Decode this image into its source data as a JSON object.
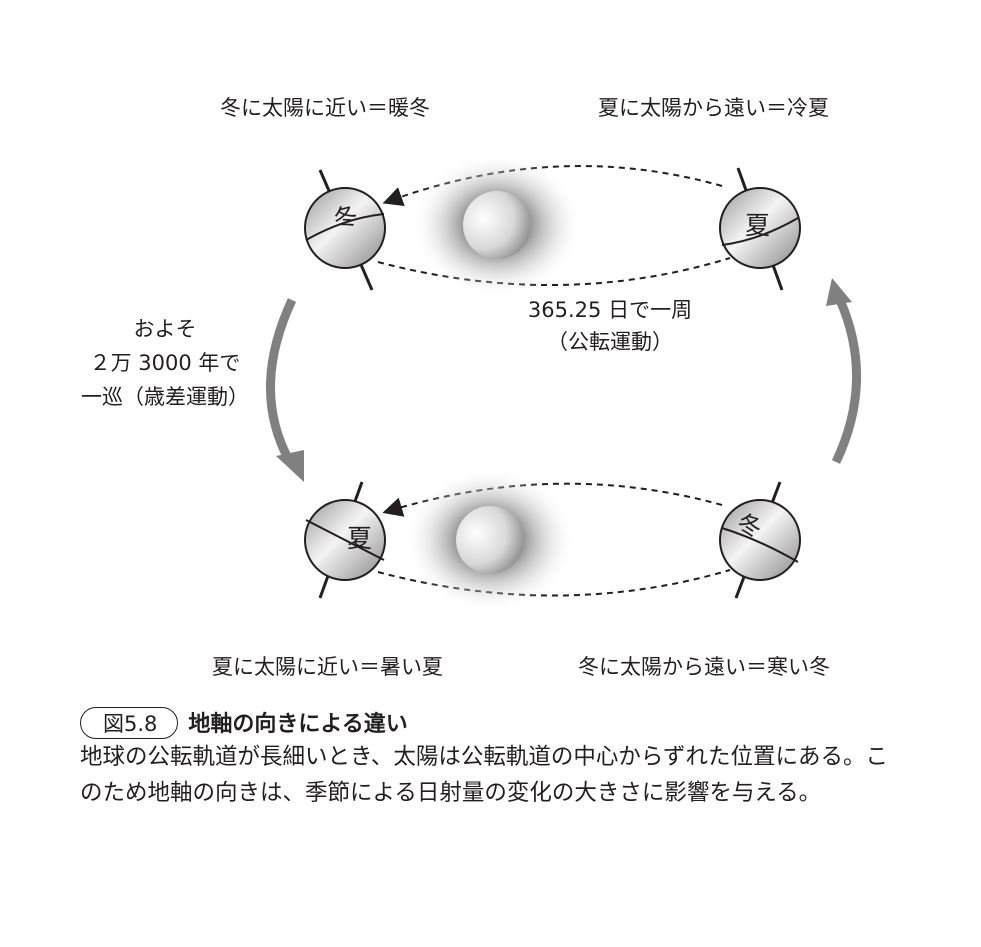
{
  "labels": {
    "top_left": "冬に太陽に近い＝暖冬",
    "top_right": "夏に太陽から遠い＝冷夏",
    "bottom_left": "夏に太陽に近い＝暑い夏",
    "bottom_right": "冬に太陽から遠い＝寒い冬"
  },
  "globes": {
    "top_left": "冬",
    "top_right": "夏",
    "bottom_left": "夏",
    "bottom_right": "冬"
  },
  "precession": [
    "およそ",
    "２万 3000 年で",
    "一巡（歳差運動）"
  ],
  "revolution": [
    "365.25 日で一周",
    "（公転運動）"
  ],
  "caption": {
    "figure_number": "図5.8",
    "title": "地軸の向きによる違い",
    "body": "地球の公転軌道が長細いとき、太陽は公転軌道の中心からずれた位置にある。このため地軸の向きは、季節による日射量の変化の大きさに影響を与える。"
  }
}
